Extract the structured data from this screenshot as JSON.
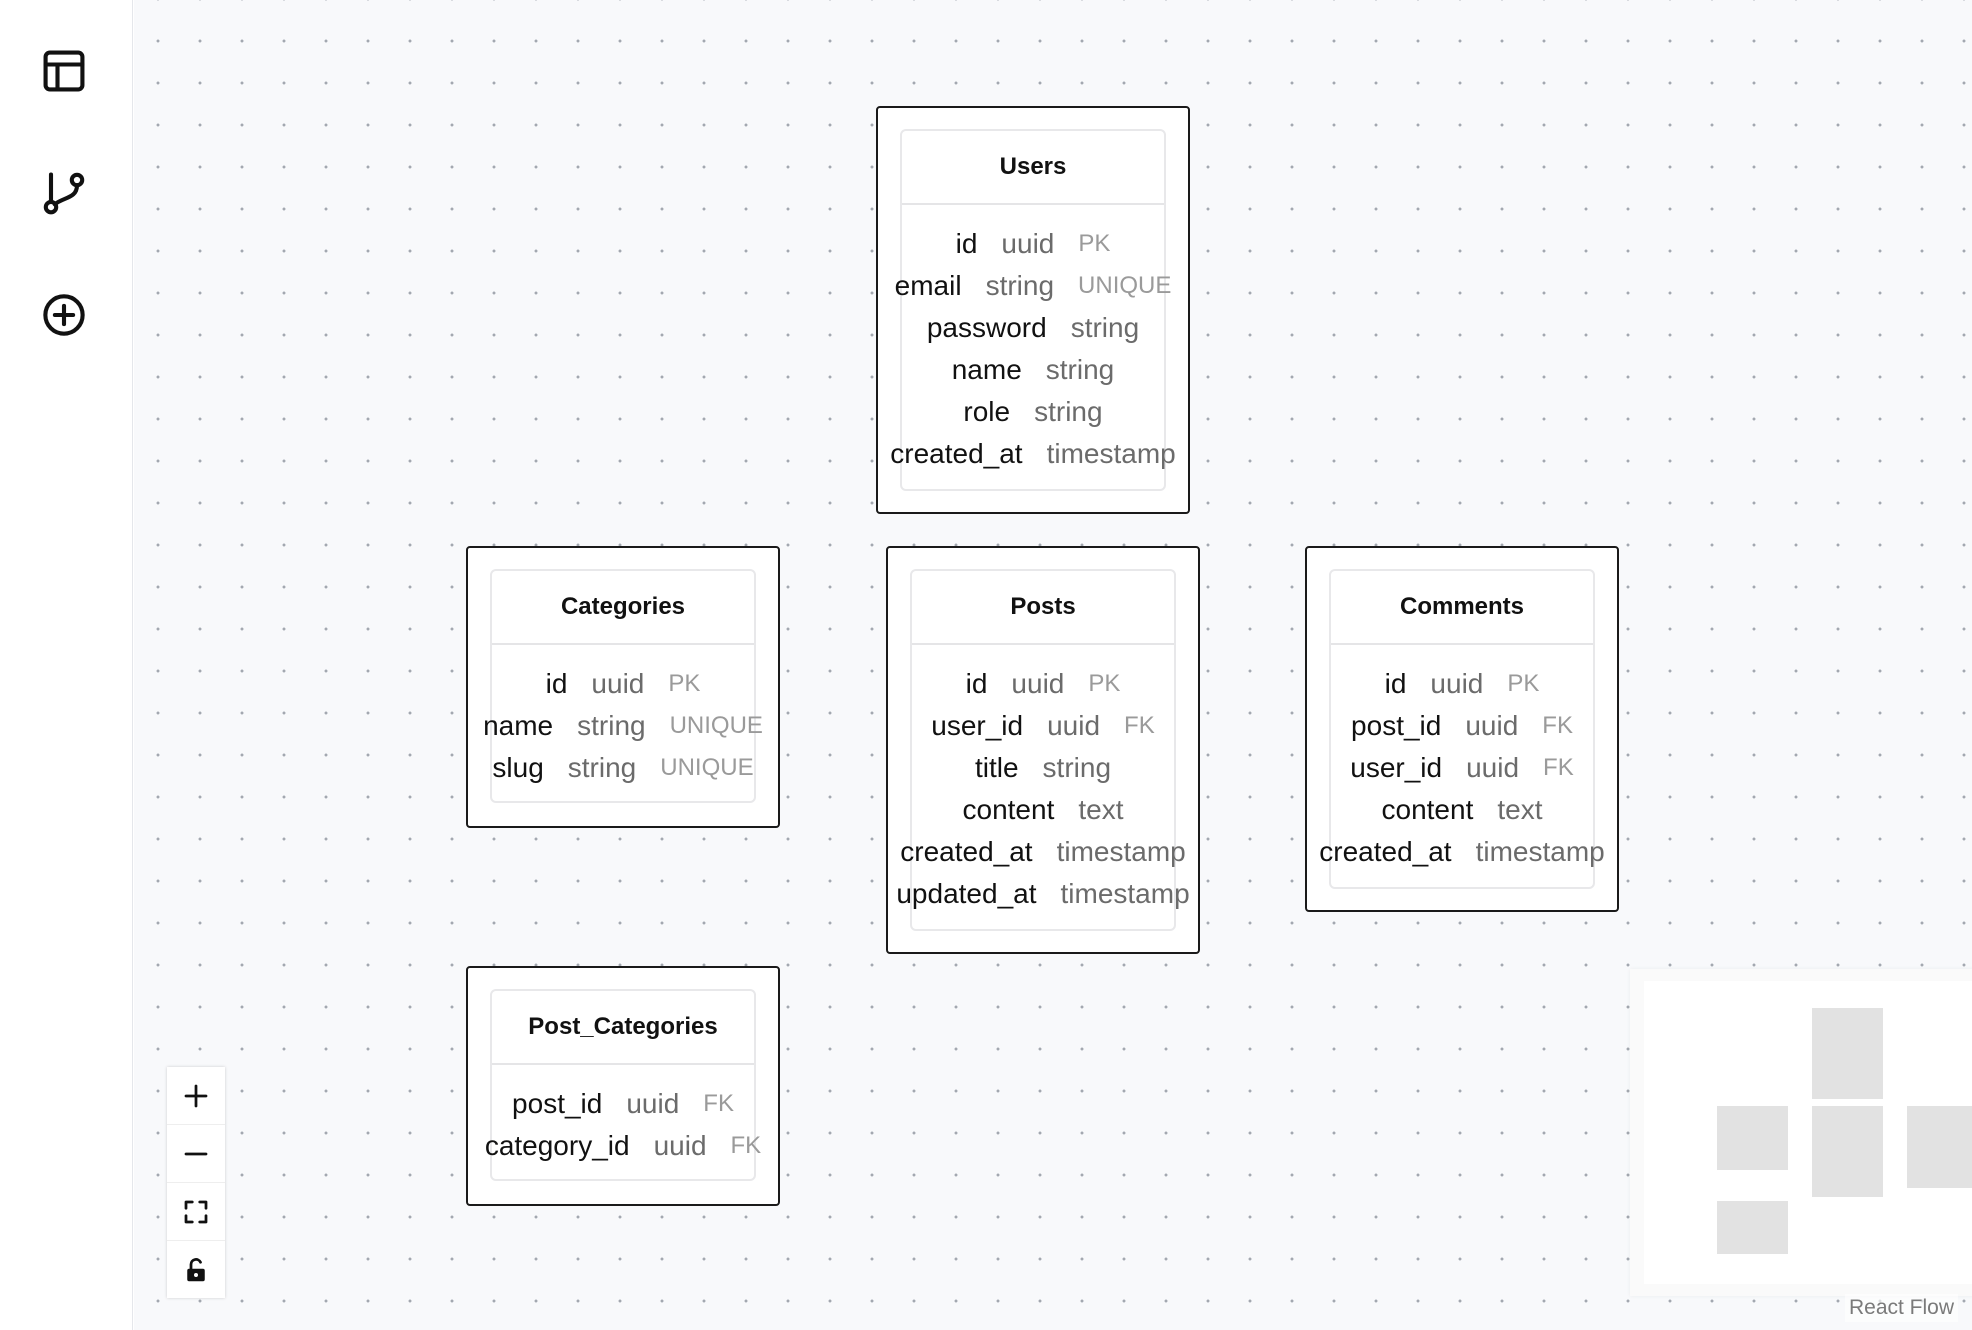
{
  "sidebar": {
    "items": [
      {
        "icon": "table-icon"
      },
      {
        "icon": "relation-branch-icon"
      },
      {
        "icon": "add-circle-icon"
      }
    ]
  },
  "tables": {
    "users": {
      "title": "Users",
      "columns": [
        {
          "name": "id",
          "type": "uuid",
          "key": "PK"
        },
        {
          "name": "email",
          "type": "string",
          "key": "UNIQUE"
        },
        {
          "name": "password",
          "type": "string",
          "key": ""
        },
        {
          "name": "name",
          "type": "string",
          "key": ""
        },
        {
          "name": "role",
          "type": "string",
          "key": ""
        },
        {
          "name": "created_at",
          "type": "timestamp",
          "key": ""
        }
      ]
    },
    "categories": {
      "title": "Categories",
      "columns": [
        {
          "name": "id",
          "type": "uuid",
          "key": "PK"
        },
        {
          "name": "name",
          "type": "string",
          "key": "UNIQUE"
        },
        {
          "name": "slug",
          "type": "string",
          "key": "UNIQUE"
        }
      ]
    },
    "posts": {
      "title": "Posts",
      "columns": [
        {
          "name": "id",
          "type": "uuid",
          "key": "PK"
        },
        {
          "name": "user_id",
          "type": "uuid",
          "key": "FK"
        },
        {
          "name": "title",
          "type": "string",
          "key": ""
        },
        {
          "name": "content",
          "type": "text",
          "key": ""
        },
        {
          "name": "created_at",
          "type": "timestamp",
          "key": ""
        },
        {
          "name": "updated_at",
          "type": "timestamp",
          "key": ""
        }
      ]
    },
    "comments": {
      "title": "Comments",
      "columns": [
        {
          "name": "id",
          "type": "uuid",
          "key": "PK"
        },
        {
          "name": "post_id",
          "type": "uuid",
          "key": "FK"
        },
        {
          "name": "user_id",
          "type": "uuid",
          "key": "FK"
        },
        {
          "name": "content",
          "type": "text",
          "key": ""
        },
        {
          "name": "created_at",
          "type": "timestamp",
          "key": ""
        }
      ]
    },
    "post_categories": {
      "title": "Post_Categories",
      "columns": [
        {
          "name": "post_id",
          "type": "uuid",
          "key": "FK"
        },
        {
          "name": "category_id",
          "type": "uuid",
          "key": "FK"
        }
      ]
    }
  },
  "controls": {
    "zoom_in_icon": "plus-icon",
    "zoom_out_icon": "minus-icon",
    "fit_view_icon": "fit-view-icon",
    "lock_icon": "lock-icon"
  },
  "attribution": "React Flow",
  "colors": {
    "node_border": "#1a1a1a",
    "canvas_bg": "#f8f9fb",
    "minimap_node": "#e2e2e2"
  }
}
